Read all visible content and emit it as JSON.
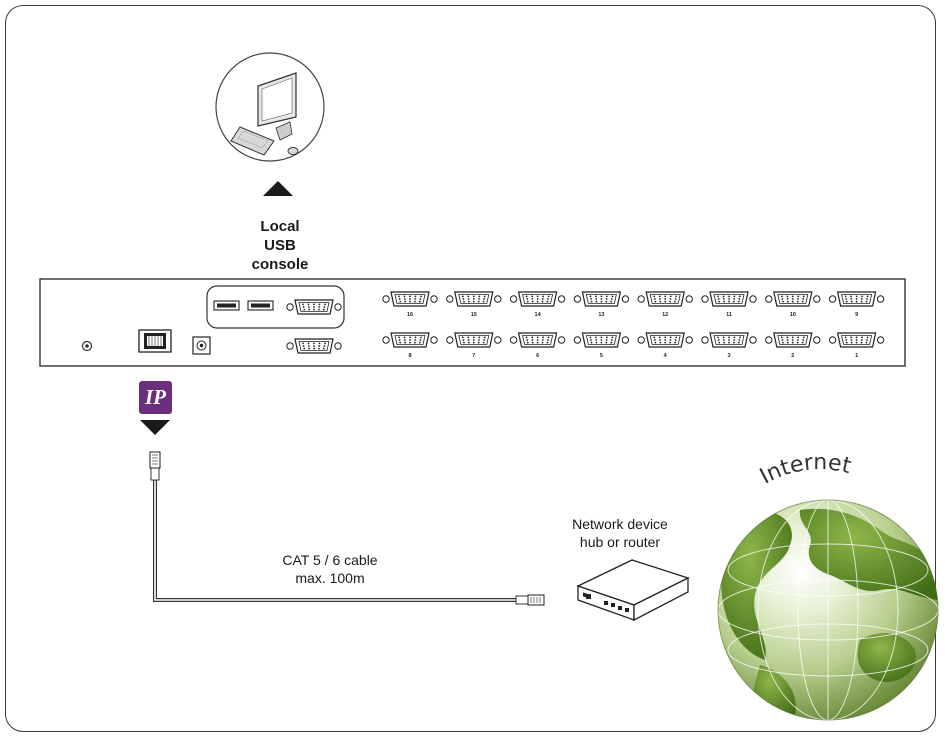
{
  "console": {
    "lines": [
      "Local",
      "USB",
      "console"
    ]
  },
  "ip_badge": {
    "text": "IP",
    "color": "#6b2f7d"
  },
  "cable": {
    "line1": "CAT 5 / 6 cable",
    "line2": "max. 100m"
  },
  "network_device": {
    "line1": "Network device",
    "line2": "hub or router"
  },
  "internet": {
    "label": "Internet"
  },
  "ports": {
    "top_row": [
      "16",
      "15",
      "14",
      "13",
      "12",
      "11",
      "10",
      "9"
    ],
    "bottom_row": [
      "8",
      "7",
      "6",
      "5",
      "4",
      "3",
      "2",
      "1"
    ]
  },
  "colors": {
    "globe_green": "#5f8f1e",
    "badge": "#6b2f7d",
    "line": "#3a3a3a"
  }
}
